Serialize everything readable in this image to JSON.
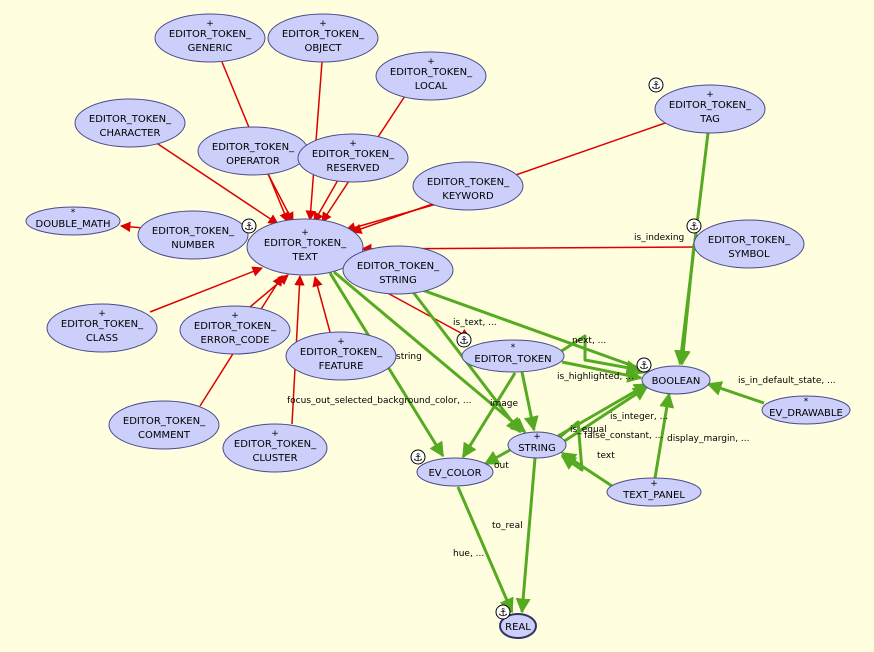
{
  "diagram": {
    "nodes": [
      {
        "id": "generic",
        "lines": [
          "EDITOR_TOKEN_",
          "GENERIC"
        ],
        "mark": "+",
        "anchor": false
      },
      {
        "id": "object",
        "lines": [
          "EDITOR_TOKEN_",
          "OBJECT"
        ],
        "mark": "+",
        "anchor": false
      },
      {
        "id": "local",
        "lines": [
          "EDITOR_TOKEN_",
          "LOCAL"
        ],
        "mark": "+",
        "anchor": false
      },
      {
        "id": "tag",
        "lines": [
          "EDITOR_TOKEN_",
          "TAG"
        ],
        "mark": "+",
        "anchor": true
      },
      {
        "id": "character",
        "lines": [
          "EDITOR_TOKEN_",
          "CHARACTER"
        ],
        "mark": "",
        "anchor": false
      },
      {
        "id": "operator",
        "lines": [
          "EDITOR_TOKEN_",
          "OPERATOR"
        ],
        "mark": "",
        "anchor": false
      },
      {
        "id": "reserved",
        "lines": [
          "EDITOR_TOKEN_",
          "RESERVED"
        ],
        "mark": "+",
        "anchor": false
      },
      {
        "id": "keyword",
        "lines": [
          "EDITOR_TOKEN_",
          "KEYWORD"
        ],
        "mark": "",
        "anchor": false
      },
      {
        "id": "double_math",
        "lines": [
          "DOUBLE_MATH"
        ],
        "mark": "*",
        "anchor": false
      },
      {
        "id": "number",
        "lines": [
          "EDITOR_TOKEN_",
          "NUMBER"
        ],
        "mark": "",
        "anchor": true
      },
      {
        "id": "text",
        "lines": [
          "EDITOR_TOKEN_",
          "TEXT"
        ],
        "mark": "+",
        "anchor": false
      },
      {
        "id": "symbol",
        "lines": [
          "EDITOR_TOKEN_",
          "SYMBOL"
        ],
        "mark": "",
        "anchor": true
      },
      {
        "id": "string_tok",
        "lines": [
          "EDITOR_TOKEN_",
          "STRING"
        ],
        "mark": "",
        "anchor": false
      },
      {
        "id": "class",
        "lines": [
          "EDITOR_TOKEN_",
          "CLASS"
        ],
        "mark": "+",
        "anchor": false
      },
      {
        "id": "error_code",
        "lines": [
          "EDITOR_TOKEN_",
          "ERROR_CODE"
        ],
        "mark": "+",
        "anchor": false
      },
      {
        "id": "feature",
        "lines": [
          "EDITOR_TOKEN_",
          "FEATURE"
        ],
        "mark": "+",
        "anchor": false
      },
      {
        "id": "editor_token",
        "lines": [
          "EDITOR_TOKEN"
        ],
        "mark": "*",
        "anchor": true
      },
      {
        "id": "boolean",
        "lines": [
          "BOOLEAN"
        ],
        "mark": "",
        "anchor": true
      },
      {
        "id": "comment",
        "lines": [
          "EDITOR_TOKEN_",
          "COMMENT"
        ],
        "mark": "",
        "anchor": false
      },
      {
        "id": "cluster",
        "lines": [
          "EDITOR_TOKEN_",
          "CLUSTER"
        ],
        "mark": "+",
        "anchor": false
      },
      {
        "id": "ev_drawable",
        "lines": [
          "EV_DRAWABLE"
        ],
        "mark": "*",
        "anchor": false
      },
      {
        "id": "string",
        "lines": [
          "STRING"
        ],
        "mark": "+",
        "anchor": false
      },
      {
        "id": "ev_color",
        "lines": [
          "EV_COLOR"
        ],
        "mark": "",
        "anchor": true
      },
      {
        "id": "text_panel",
        "lines": [
          "TEXT_PANEL"
        ],
        "mark": "+",
        "anchor": false
      },
      {
        "id": "real",
        "lines": [
          "REAL"
        ],
        "mark": "",
        "anchor": true
      }
    ],
    "inheritance_edges": [
      {
        "from": "generic",
        "to": "text"
      },
      {
        "from": "object",
        "to": "text"
      },
      {
        "from": "local",
        "to": "text"
      },
      {
        "from": "tag",
        "to": "text"
      },
      {
        "from": "character",
        "to": "text"
      },
      {
        "from": "operator",
        "to": "text"
      },
      {
        "from": "reserved",
        "to": "text"
      },
      {
        "from": "keyword",
        "to": "text"
      },
      {
        "from": "number",
        "to": "double_math"
      },
      {
        "from": "number",
        "to": "text"
      },
      {
        "from": "symbol",
        "to": "text"
      },
      {
        "from": "string_tok",
        "to": "text"
      },
      {
        "from": "class",
        "to": "text"
      },
      {
        "from": "error_code",
        "to": "text"
      },
      {
        "from": "feature",
        "to": "text"
      },
      {
        "from": "comment",
        "to": "text"
      },
      {
        "from": "cluster",
        "to": "text"
      },
      {
        "from": "text",
        "to": "editor_token"
      }
    ],
    "client_edges": [
      {
        "from": "tag",
        "to": "boolean",
        "label": ""
      },
      {
        "from": "symbol",
        "to": "boolean",
        "label": "is_indexing"
      },
      {
        "from": "text",
        "to": "boolean",
        "label": ""
      },
      {
        "from": "text",
        "to": "ev_color",
        "label": "focus_out_selected_background_color, ..."
      },
      {
        "from": "text",
        "to": "string",
        "label": "string"
      },
      {
        "from": "text",
        "to": "string",
        "label": "image"
      },
      {
        "from": "editor_token",
        "to": "boolean",
        "label": "next, ..."
      },
      {
        "from": "editor_token",
        "to": "boolean",
        "label": "is_highlighted, ..."
      },
      {
        "from": "editor_token",
        "to": "ev_color",
        "label": ""
      },
      {
        "from": "editor_token",
        "to": "string",
        "label": "is_text, ..."
      },
      {
        "from": "ev_drawable",
        "to": "boolean",
        "label": "is_in_default_state, ..."
      },
      {
        "from": "string",
        "to": "boolean",
        "label": "is_integer, ..."
      },
      {
        "from": "string",
        "to": "boolean",
        "label": "false_constant, ..."
      },
      {
        "from": "string",
        "to": "string",
        "label": "is_equal"
      },
      {
        "from": "string",
        "to": "ev_color",
        "label": "out"
      },
      {
        "from": "string",
        "to": "real",
        "label": "to_real"
      },
      {
        "from": "text_panel",
        "to": "string",
        "label": "text"
      },
      {
        "from": "text_panel",
        "to": "boolean",
        "label": "display_margin, ..."
      },
      {
        "from": "ev_color",
        "to": "real",
        "label": "hue, ..."
      }
    ],
    "colors": {
      "background": "#ffffe0",
      "node_fill": "#cccff9",
      "node_stroke": "#4a4a8c",
      "inheritance": "#dd0000",
      "client": "#55aa22"
    }
  }
}
